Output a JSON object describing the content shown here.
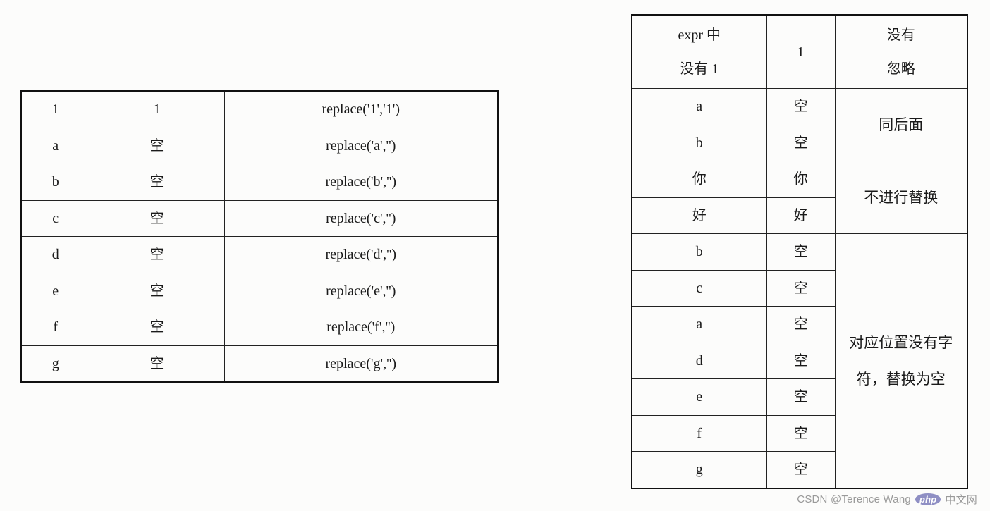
{
  "left_table": {
    "rows": [
      [
        "1",
        "1",
        "replace('1','1')"
      ],
      [
        "a",
        "空",
        "replace('a','')"
      ],
      [
        "b",
        "空",
        "replace('b','')"
      ],
      [
        "c",
        "空",
        "replace('c','')"
      ],
      [
        "d",
        "空",
        "replace('d','')"
      ],
      [
        "e",
        "空",
        "replace('e','')"
      ],
      [
        "f",
        "空",
        "replace('f','')"
      ],
      [
        "g",
        "空",
        "replace('g','')"
      ]
    ]
  },
  "right_table": {
    "header": {
      "col1_line1": "expr 中",
      "col1_line2": "没有 1",
      "col2": "1",
      "col3_line1": "没有",
      "col3_line2": "忽略"
    },
    "rows": [
      [
        "a",
        "空"
      ],
      [
        "b",
        "空"
      ],
      [
        "你",
        "你"
      ],
      [
        "好",
        "好"
      ],
      [
        "b",
        "空"
      ],
      [
        "c",
        "空"
      ],
      [
        "a",
        "空"
      ],
      [
        "d",
        "空"
      ],
      [
        "e",
        "空"
      ],
      [
        "f",
        "空"
      ],
      [
        "g",
        "空"
      ]
    ],
    "notes": {
      "same_as_below": "同后面",
      "no_replace": "不进行替换",
      "no_char_line1": "对应位置没有字",
      "no_char_line2": "符，替换为空"
    }
  },
  "watermark": {
    "logo_text": "php",
    "site": "中文网",
    "credit": "CSDN @Terence Wang"
  }
}
